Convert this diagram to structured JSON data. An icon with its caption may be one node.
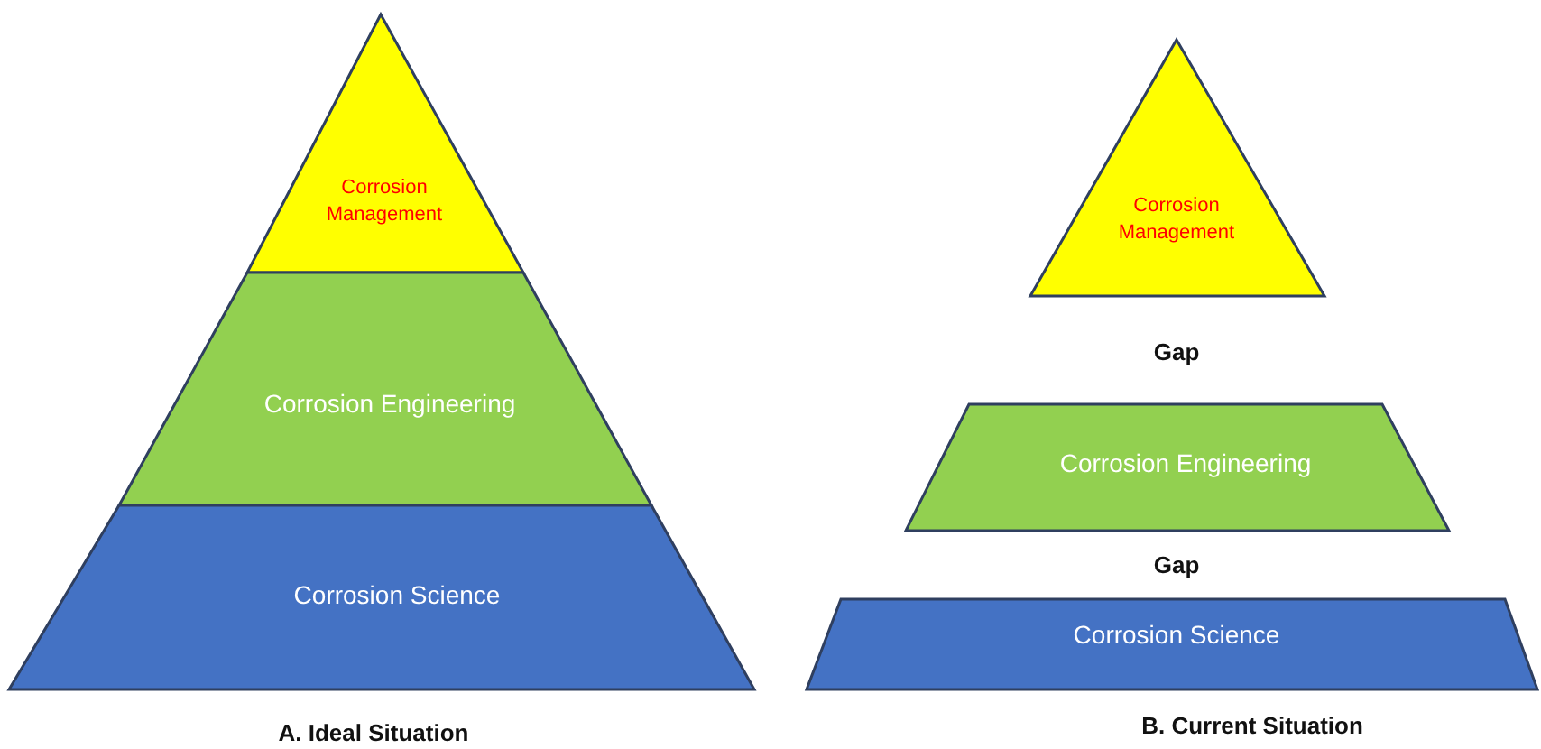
{
  "diagram": {
    "nodes": [
      {
        "text": [
          "Corrosion Management"
        ]
      },
      {
        "text": [
          "Corrosion Engineering"
        ]
      },
      {
        "text": [
          "Corrosion Science"
        ]
      },
      {
        "text": [
          "Corrosion Management"
        ]
      },
      {
        "text": [
          "Corrosion Engineering"
        ]
      },
      {
        "text": [
          "Corrosion Science"
        ]
      }
    ],
    "labels": [
      "Gap",
      "Gap",
      "A.  Ideal Situation",
      "B.  Current Situation"
    ]
  }
}
